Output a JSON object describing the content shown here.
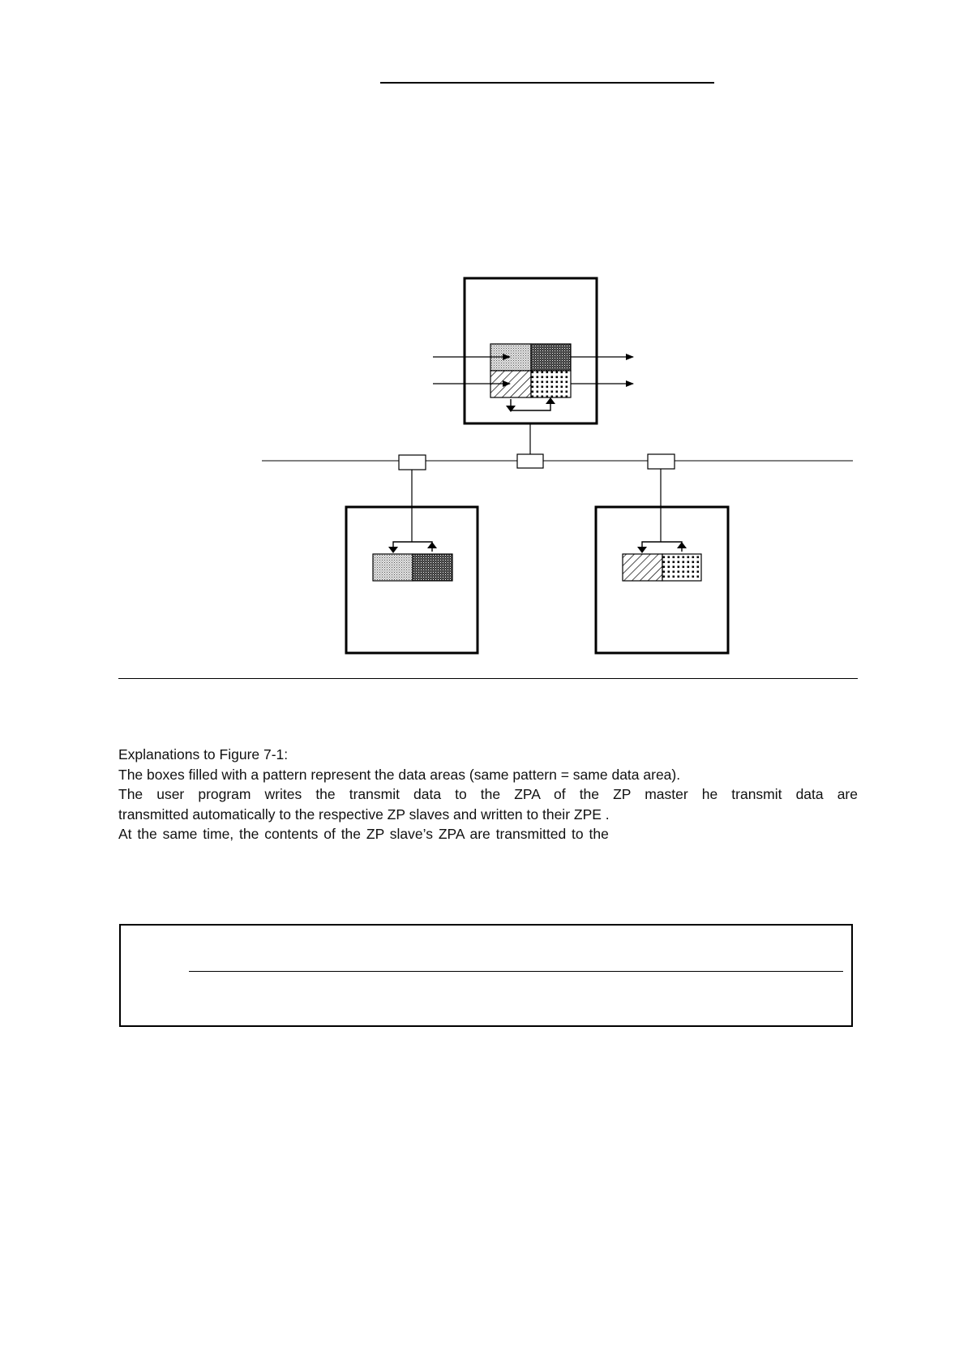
{
  "explanation": {
    "heading": "Explanations to Figure 7-1:",
    "line1": "The boxes filled with a pattern represent the data areas (same pattern = same data area).",
    "line2": "The user program writes the transmit data to the ZPA of the ZP master      he transmit data are",
    "line3": "transmitted automatically to the respective ZP slaves and written to their ZPE   .",
    "line4": "At the same time, the contents of the ZP slave’s ZPA    are transmitted to the"
  }
}
